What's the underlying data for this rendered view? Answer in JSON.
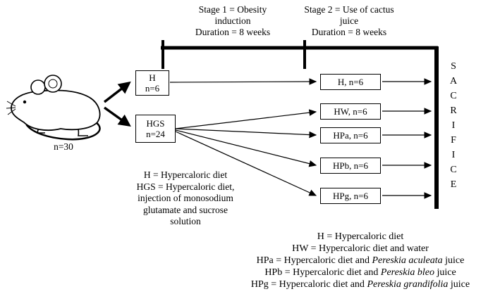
{
  "stages": {
    "stage1": {
      "lines": [
        "Stage 1 = Obesity",
        "induction",
        "Duration = 8 weeks"
      ]
    },
    "stage2": {
      "lines": [
        "Stage 2 = Use of cactus",
        "juice",
        "Duration = 8 weeks"
      ]
    }
  },
  "subject": {
    "count_label": "n=30",
    "icon": "rat-illustration"
  },
  "stage1_groups": [
    {
      "name": "H",
      "count": "n=6"
    },
    {
      "name": "HGS",
      "count": "n=24"
    }
  ],
  "stage2_groups": [
    {
      "label": "H, n=6"
    },
    {
      "label": "HW, n=6"
    },
    {
      "label": "HPa, n=6"
    },
    {
      "label": "HPb, n=6"
    },
    {
      "label": "HPg, n=6"
    }
  ],
  "sacrifice": {
    "letters": [
      "S",
      "A",
      "C",
      "R",
      "I",
      "F",
      "I",
      "C",
      "E"
    ]
  },
  "legend_left": {
    "lines": [
      "H = Hypercaloric diet",
      "HGS = Hypercaloric diet,",
      "injection of monosodium",
      "glutamate and sucrose",
      "solution"
    ]
  },
  "legend_bottom": {
    "entries": [
      {
        "prefix": "H = Hypercaloric diet",
        "italic": "",
        "suffix": ""
      },
      {
        "prefix": "HW = Hypercaloric diet and water",
        "italic": "",
        "suffix": ""
      },
      {
        "prefix": "HPa = Hypercaloric diet and ",
        "italic": "Pereskia aculeata",
        "suffix": " juice"
      },
      {
        "prefix": "HPb = Hypercaloric diet and ",
        "italic": "Pereskia bleo",
        "suffix": " juice"
      },
      {
        "prefix": "HPg = Hypercaloric diet and ",
        "italic": "Pereskia grandifolia",
        "suffix": " juice"
      }
    ]
  },
  "colors": {
    "ink": "#000000",
    "background": "#ffffff"
  }
}
